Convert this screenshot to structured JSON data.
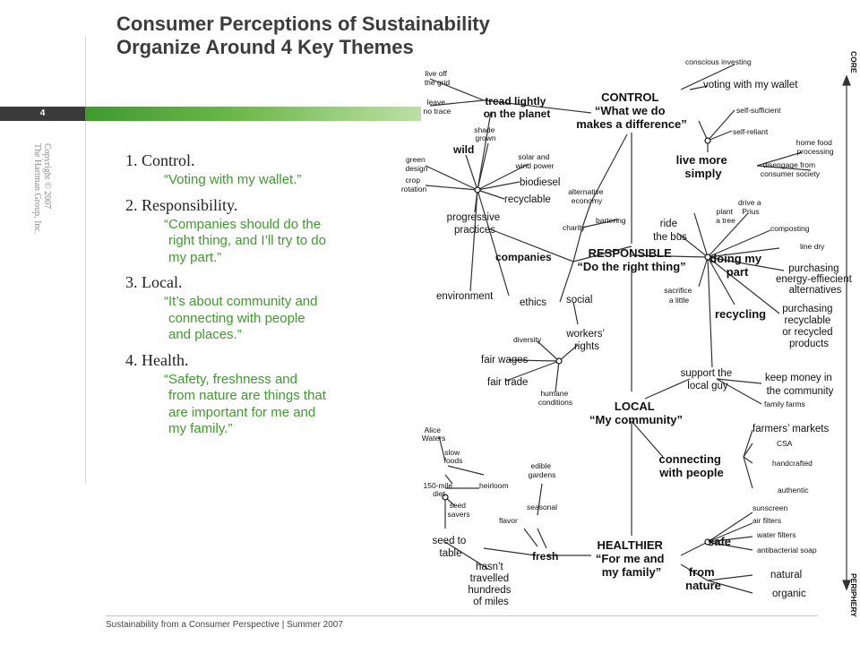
{
  "slide": {
    "title": "Consumer Perceptions of Sustainability Organize Around 4 Key Themes",
    "page_number": "4",
    "copyright": [
      "Copyright © 2007",
      "The Hartman Group, Inc."
    ],
    "footer": "Sustainability from a Consumer Perspective | Summer 2007"
  },
  "themes": [
    {
      "heading": "1. Control.",
      "quote_lines": [
        "“Voting with my wallet.”"
      ]
    },
    {
      "heading": "2. Responsibility.",
      "quote_lines": [
        "“Companies should do the",
        "right thing, and I’ll try to do",
        "my part.”"
      ]
    },
    {
      "heading": "3. Local.",
      "quote_lines": [
        "“It’s about community and",
        "connecting with people",
        "and places.”"
      ]
    },
    {
      "heading": "4. Health.",
      "quote_lines": [
        "“Safety, freshness and",
        "from nature are things that",
        "are important for me and",
        "my family.”"
      ]
    }
  ],
  "map": {
    "axis_top": "CORE",
    "axis_bottom": "PERIPHERY",
    "control": [
      "CONTROL",
      "“What we do",
      "makes a difference”"
    ],
    "responsible": [
      "RESPONSIBLE",
      "“Do the right thing”"
    ],
    "local": [
      "LOCAL",
      "“My community”"
    ],
    "healthier": [
      "HEALTHIER",
      "“For me and",
      "my family”"
    ],
    "conscious_investing": "conscious investing",
    "voting_wallet": "voting with my wallet",
    "self_sufficient": "self-sufficient",
    "self_reliant": "self-reliant",
    "home_food": [
      "home food",
      "processing"
    ],
    "disengage": [
      "disengage from",
      "consumer society"
    ],
    "live_simply": [
      "live more",
      "simply"
    ],
    "live_off_grid": [
      "live off",
      "the grid"
    ],
    "leave_no_trace": [
      "leave",
      "no trace"
    ],
    "tread_lightly": [
      "tread lightly",
      "on the planet"
    ],
    "shade_grown": [
      "shade",
      "grown"
    ],
    "wild": "wild",
    "solar_wind": [
      "solar and",
      "wind power"
    ],
    "green_design": [
      "green",
      "design"
    ],
    "crop_rotation": [
      "crop",
      "rotation"
    ],
    "biodiesel": "biodiesel",
    "recyclable": "recyclable",
    "alt_economy": [
      "alternative",
      "economy"
    ],
    "bartering": "bartering",
    "progressive": [
      "progressive",
      "practices"
    ],
    "charity": "charity",
    "companies": "companies",
    "environment": "environment",
    "ethics": "ethics",
    "social": "social",
    "ride_bus": [
      "ride",
      "the bus"
    ],
    "plant_tree": [
      "plant",
      "a tree"
    ],
    "drive_prius": [
      "drive a",
      "Prius"
    ],
    "composting": "composting",
    "line_dry": "line dry",
    "doing_part": [
      "doing my",
      "part"
    ],
    "purchasing_ee": [
      "purchasing",
      "energy-effiecient",
      "alternatives"
    ],
    "sacrifice": [
      "sacrifice",
      "a little"
    ],
    "recycling": "recycling",
    "purchasing_rec": [
      "purchasing",
      "recyclable",
      "or recycled",
      "products"
    ],
    "workers_rights": [
      "workers’",
      "rights"
    ],
    "diversity": "diversity",
    "fair_wages": "fair wages",
    "fair_trade": "fair trade",
    "humane": [
      "humane",
      "conditions"
    ],
    "support_local": [
      "support the",
      "local guy"
    ],
    "keep_money": [
      "keep money in",
      "the community"
    ],
    "family_farms": "family farms",
    "farmers_markets": "farmers’ markets",
    "csa": "CSA",
    "handcrafted": "handcrafted",
    "authentic": "authentic",
    "connecting": [
      "connecting",
      "with people"
    ],
    "alice_waters": [
      "Alice",
      "Waters"
    ],
    "slow_foods": [
      "slow",
      "foods"
    ],
    "heirloom": "heirloom",
    "diet150": [
      "150-mile",
      "diet"
    ],
    "seed_savers": [
      "seed",
      "savers"
    ],
    "edible_gardens": [
      "edible",
      "gardens"
    ],
    "seasonal": "seasonal",
    "flavor": "flavor",
    "seed_to_table": [
      "seed to",
      "table"
    ],
    "fresh": "fresh",
    "hasnt": [
      "hasn’t",
      "travelled",
      "hundreds",
      "of miles"
    ],
    "sunscreen": "sunscreen",
    "air_filters": "air filters",
    "water_filters": "water filters",
    "antibacterial": "antibacterial soap",
    "safe": "safe",
    "from_nature": [
      "from",
      "nature"
    ],
    "natural": "natural",
    "organic": "organic"
  }
}
